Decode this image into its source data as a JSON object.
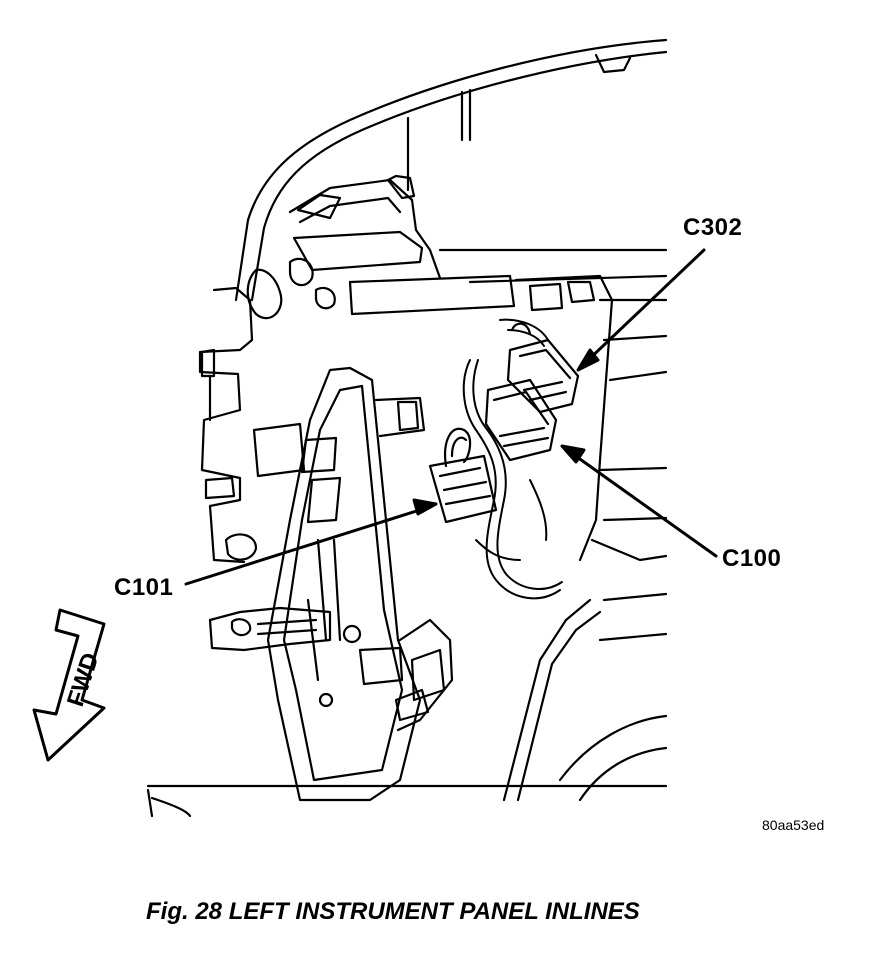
{
  "figure": {
    "caption": "Fig. 28 LEFT INSTRUMENT PANEL INLINES",
    "image_code": "80aa53ed"
  },
  "callouts": {
    "c302": "C302",
    "c100": "C100",
    "c101": "C101"
  },
  "direction_arrow": {
    "label": "FWD"
  }
}
